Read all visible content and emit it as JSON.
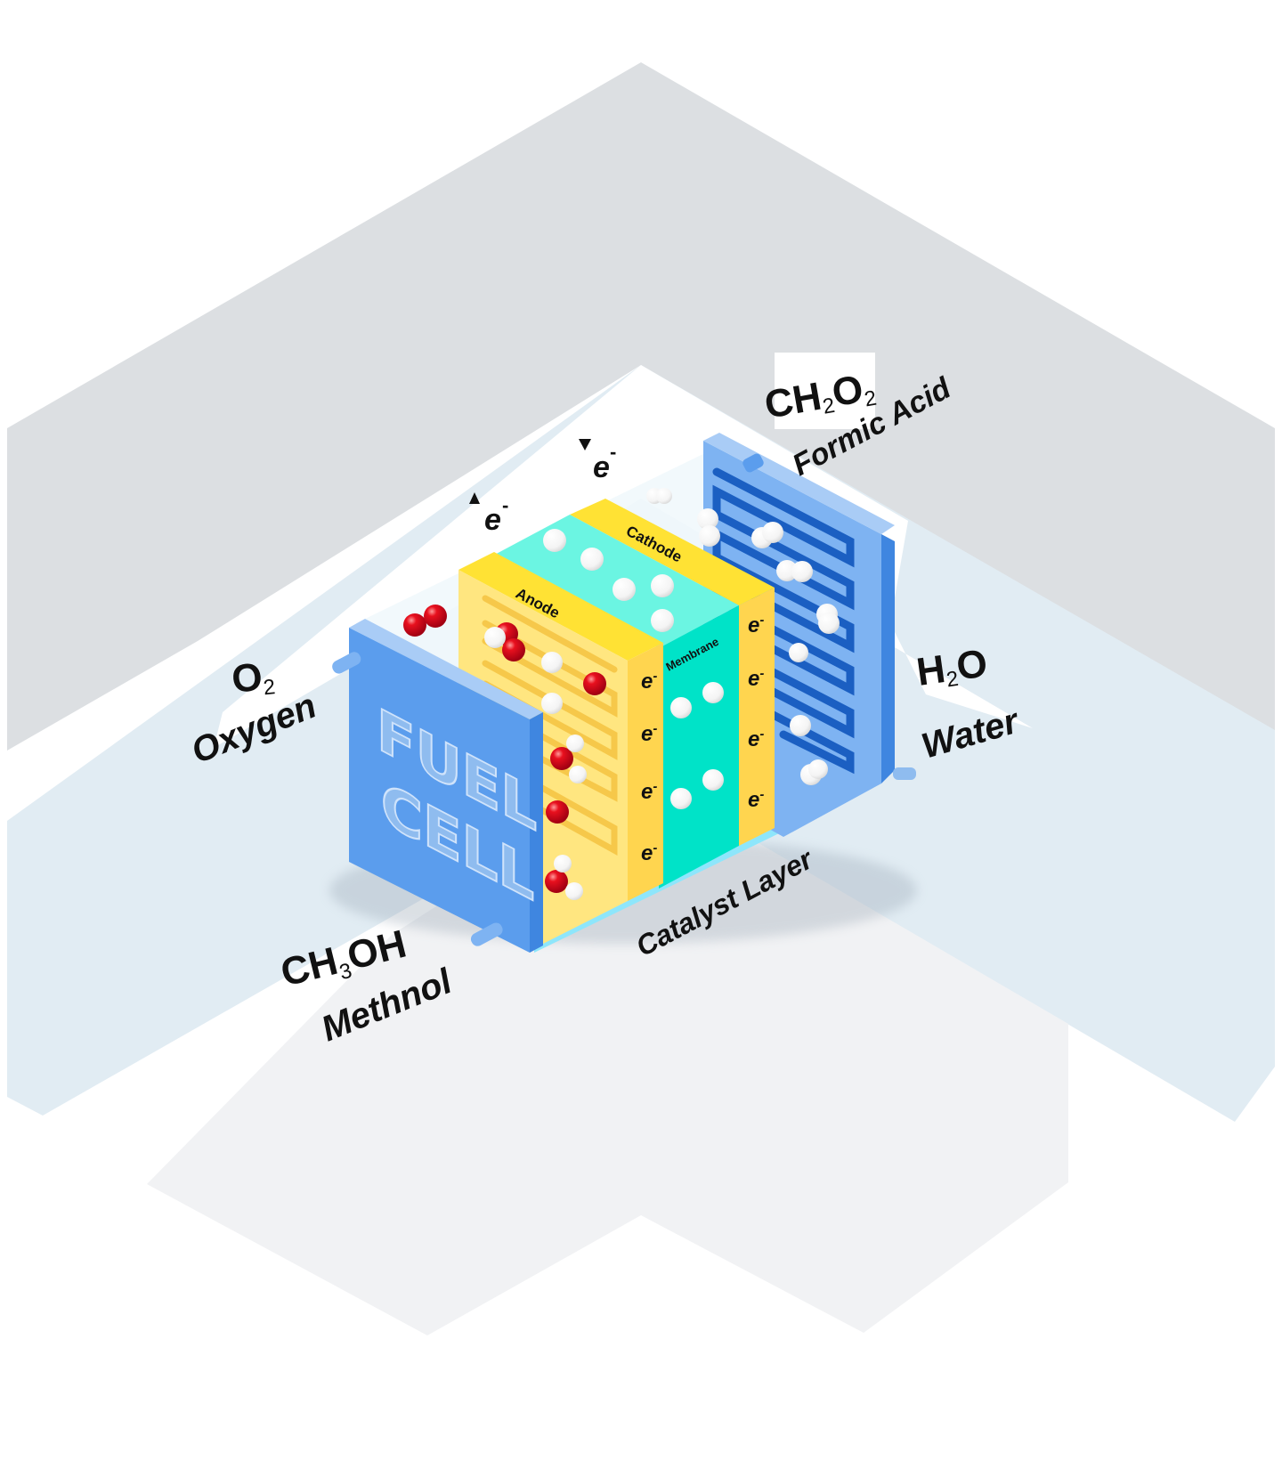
{
  "diagram": {
    "title_badge": "FUEL CELL",
    "title_lines": [
      "FUEL",
      "CELL"
    ],
    "layers": {
      "anode": "Anode",
      "cathode": "Cathode",
      "membrane": "Membrane",
      "catalyst": "Catalyst Layer"
    },
    "electron_symbol": "e",
    "electron_charge": "-",
    "inputs_outputs": [
      {
        "id": "oxygen",
        "formula_main": "O",
        "formula_sub": "2",
        "formula_rest": "",
        "name": "Oxygen"
      },
      {
        "id": "methanol",
        "formula_main": "CH",
        "formula_sub": "3",
        "formula_rest": "OH",
        "name": "Methnol"
      },
      {
        "id": "formic-acid",
        "formula_main": "CH",
        "formula_sub": "2",
        "formula_rest": "O",
        "formula_sub2": "2",
        "name": "Formic Acid"
      },
      {
        "id": "water",
        "formula_main": "H",
        "formula_sub": "2",
        "formula_rest": "O",
        "name": "Water"
      }
    ],
    "electron_flow": [
      {
        "direction": "up",
        "label": "e-"
      },
      {
        "direction": "down",
        "label": "e-"
      }
    ],
    "colors": {
      "plate_blue": "#5b9ded",
      "plate_blue_dark": "#3f86e0",
      "plate_blue_light": "#a9ccf6",
      "anode_yellow": "#ffd54f",
      "anode_yellow_top": "#ffe234",
      "membrane_teal": "#00e3c8",
      "membrane_teal_top": "#6bf5e2",
      "catalyst_cyan": "#8ee6fb",
      "oxygen_red": "#d8001c",
      "hydrogen_white": "#ffffff",
      "bg_gray": "#dcdfe2",
      "bg_blue": "#e1ecf3",
      "bg_light": "#f1f2f4"
    }
  }
}
